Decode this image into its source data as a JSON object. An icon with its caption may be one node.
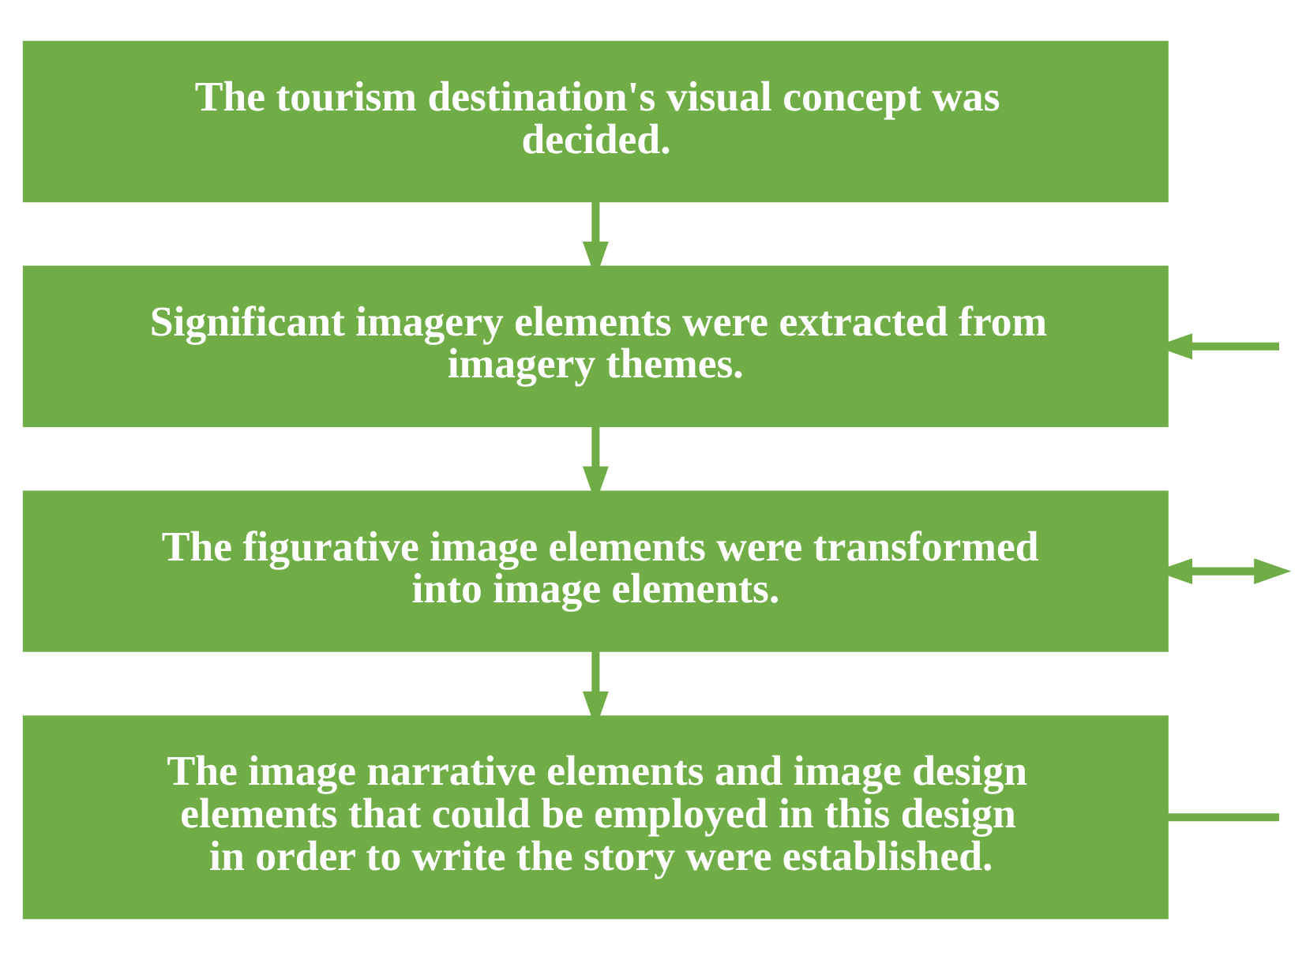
{
  "diagram": {
    "nodes": [
      {
        "text": [
          "The tourism destination's visual concept was decided."
        ]
      },
      {
        "text": [
          "Significant imagery elements were extracted from imagery themes."
        ]
      },
      {
        "text": [
          "The figurative image elements were transformed into image elements."
        ]
      },
      {
        "text": [
          "The image narrative elements and image design elements that could be employed in this design in order to write the story were established."
        ]
      }
    ],
    "edges": [
      {
        "from": 0,
        "to": 1,
        "arrow": "to"
      },
      {
        "from": 1,
        "to": 2,
        "arrow": "to"
      },
      {
        "from": 2,
        "to": 3,
        "arrow": "to"
      },
      {
        "from": null,
        "to": 1,
        "arrow": "to"
      },
      {
        "from": 2,
        "to": null,
        "arrow": "both"
      },
      {
        "from": 3,
        "to": null,
        "arrow": "none"
      }
    ]
  }
}
